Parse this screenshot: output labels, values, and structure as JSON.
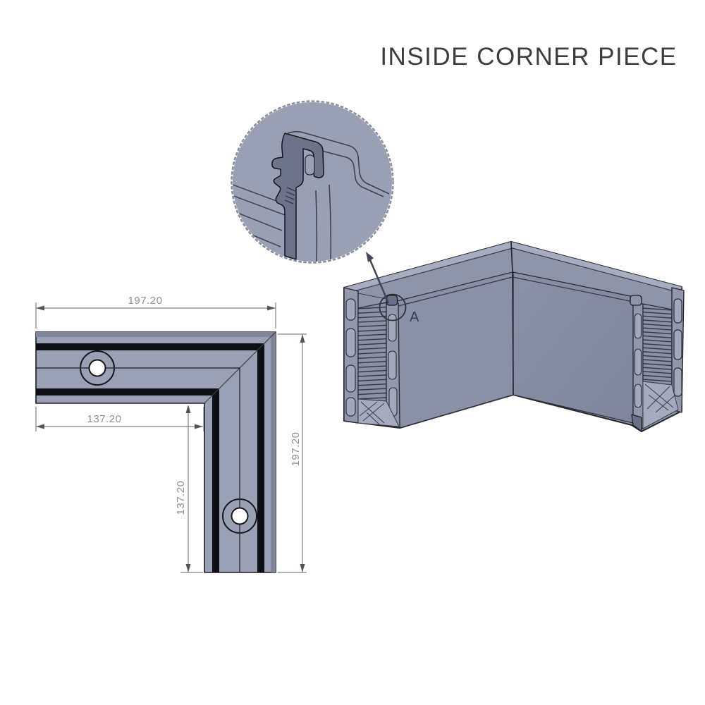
{
  "title": "INSIDE CORNER PIECE",
  "iso_view": {
    "callout_label": "A"
  },
  "detail_view": {
    "description": "detail-circle-of-corner-clip-profile"
  },
  "plan_view": {
    "dim_top": "197.20",
    "dim_right": "197.20",
    "dim_inner_horizontal": "137.20",
    "dim_inner_vertical": "137.20"
  },
  "colors": {
    "metal_gray": "#9aa1b5",
    "metal_gray_dark_strip": "#7e8599",
    "wall_gray": "#8f95a9",
    "rim_light": "#a7adc0",
    "clip_dark": "#6d7389",
    "stripe_black": "#0e0f12",
    "outline": "#23262e",
    "dim_line": "#60646e",
    "dim_text": "#8d9199",
    "title_text": "#3d3d3d"
  }
}
